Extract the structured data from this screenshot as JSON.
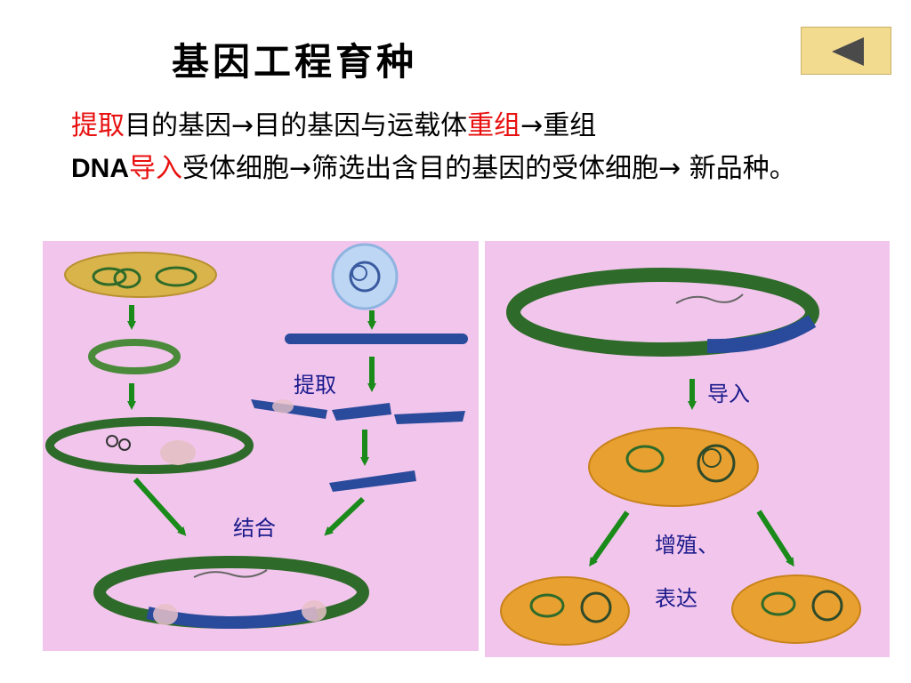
{
  "title": "基因工程育种",
  "back_button": {
    "icon": "triangle-left-icon",
    "bg_color": "#f2da8f",
    "icon_color": "#4a4a4a"
  },
  "description": {
    "seg1_red": "提取",
    "seg2": "目的基因→目的基因与运载体",
    "seg3_red": "重组",
    "seg4": "→重组",
    "seg5_bold": "DNA",
    "seg6_red": "导入",
    "seg7": "受体细胞→筛选出含目的基因的受体细胞→ 新品种。"
  },
  "colors": {
    "panel_bg": "#f2c6ec",
    "arrow_green": "#1a8a1a",
    "label_blue": "#1a1a8c",
    "highlight_red": "#e81010",
    "plasmid_green": "#2e6b2a",
    "dna_blue": "#2a4a9c",
    "cell_orange": "#e8a030"
  },
  "diagram_labels": {
    "extract": "提取",
    "combine": "结合",
    "introduce": "导入",
    "proliferate": "增殖、",
    "express": "表达"
  }
}
